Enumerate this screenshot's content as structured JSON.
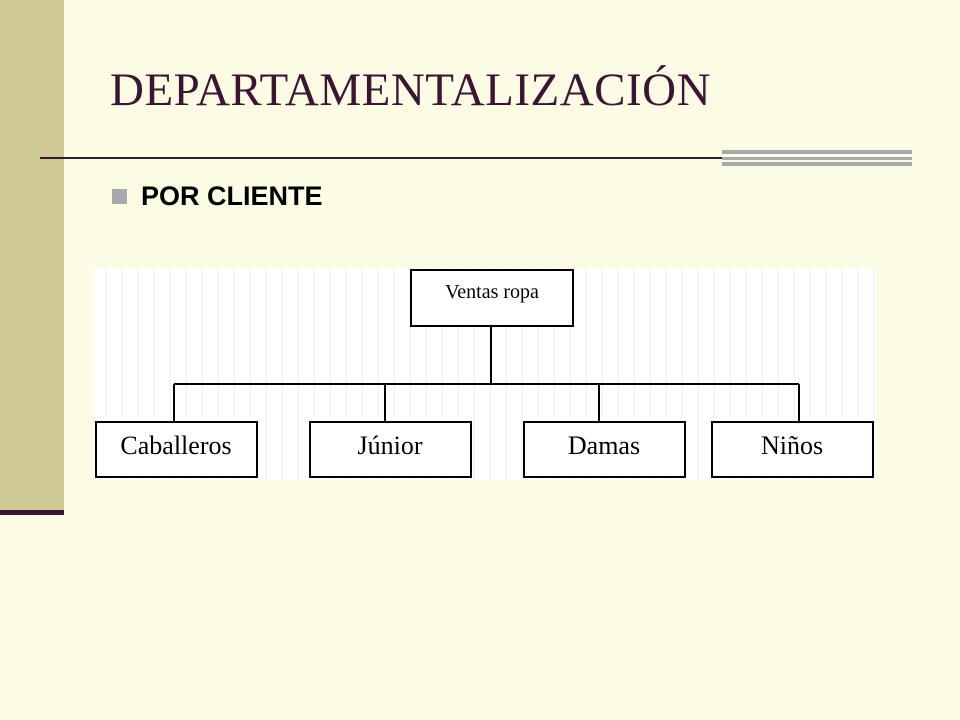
{
  "slide": {
    "title": "DEPARTAMENTALIZACIÓN",
    "bullet": "POR CLIENTE"
  },
  "diagram": {
    "root": "Ventas ropa",
    "children": [
      "Caballeros",
      "Júnior",
      "Damas",
      "Niños"
    ]
  },
  "colors": {
    "background": "#fcfbe3",
    "side_band": "#cfca95",
    "title": "#3c1533",
    "accent_gray": "#a9a9ad",
    "chart_background": "#ffffff",
    "chart_grid": "#ececec"
  }
}
